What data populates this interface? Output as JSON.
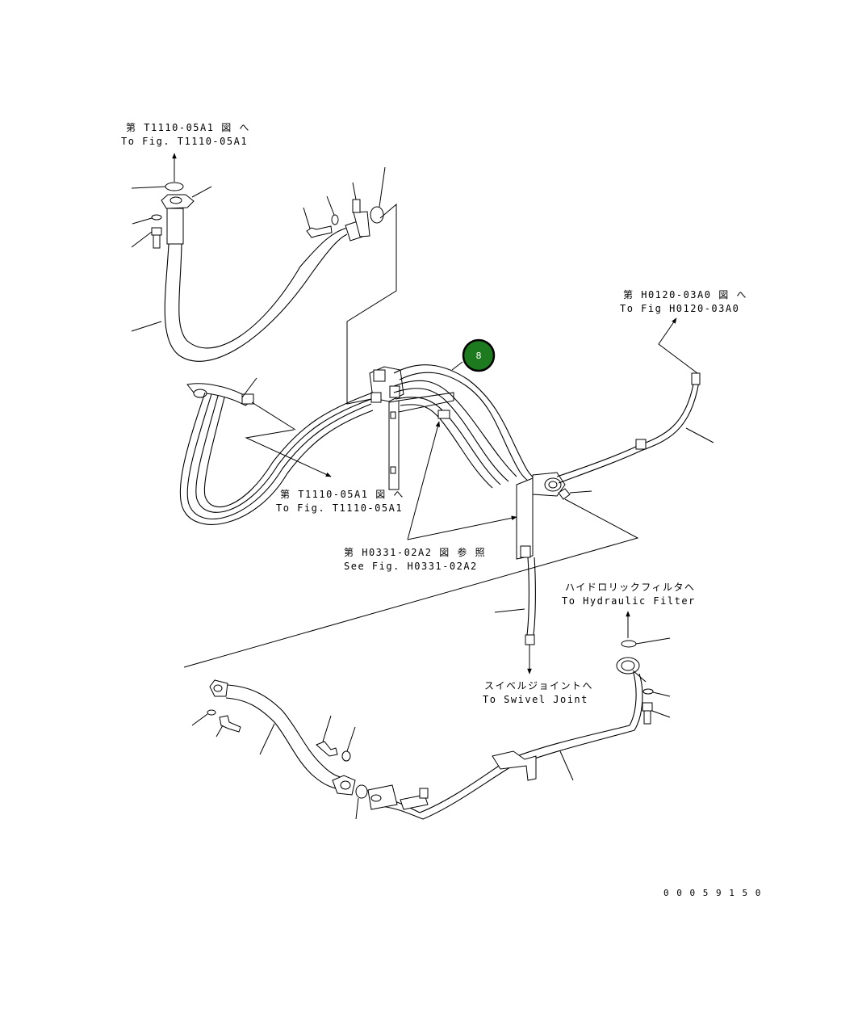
{
  "labels": {
    "t1110_top_jp": "第 T1110-05A1 図 へ",
    "t1110_top_en": "To Fig. T1110-05A1",
    "h0120_jp": "第 H0120-03A0 図 へ",
    "h0120_en": "To Fig H0120-03A0",
    "t1110_mid_jp": "第 T1110-05A1 図 へ",
    "t1110_mid_en": "To Fig. T1110-05A1",
    "h0331_jp": "第 H0331-02A2 図 参 照",
    "h0331_en": "See Fig. H0331-02A2",
    "filter_jp": "ハイドロリックフィルタへ",
    "filter_en": "To Hydraulic Filter",
    "swivel_jp": "スイベルジョイントへ",
    "swivel_en": "To Swivel Joint",
    "drawing_number": "0 0 0 5 9 1 5 0"
  },
  "callout": {
    "number": "8",
    "color": "#1e7a1e"
  }
}
